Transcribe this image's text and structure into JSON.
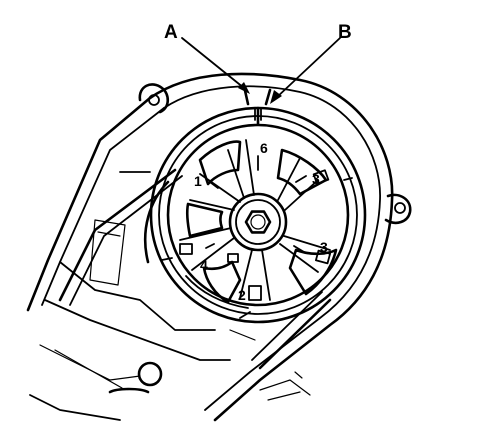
{
  "callouts": {
    "a": "A",
    "b": "B"
  },
  "pulley": {
    "numbers": {
      "n1": "1",
      "n2": "2",
      "n3_upper": "3",
      "n3_lower": "3",
      "n4": "4",
      "n6": "6"
    }
  },
  "colors": {
    "ink": "#000000",
    "paper": "#ffffff"
  }
}
